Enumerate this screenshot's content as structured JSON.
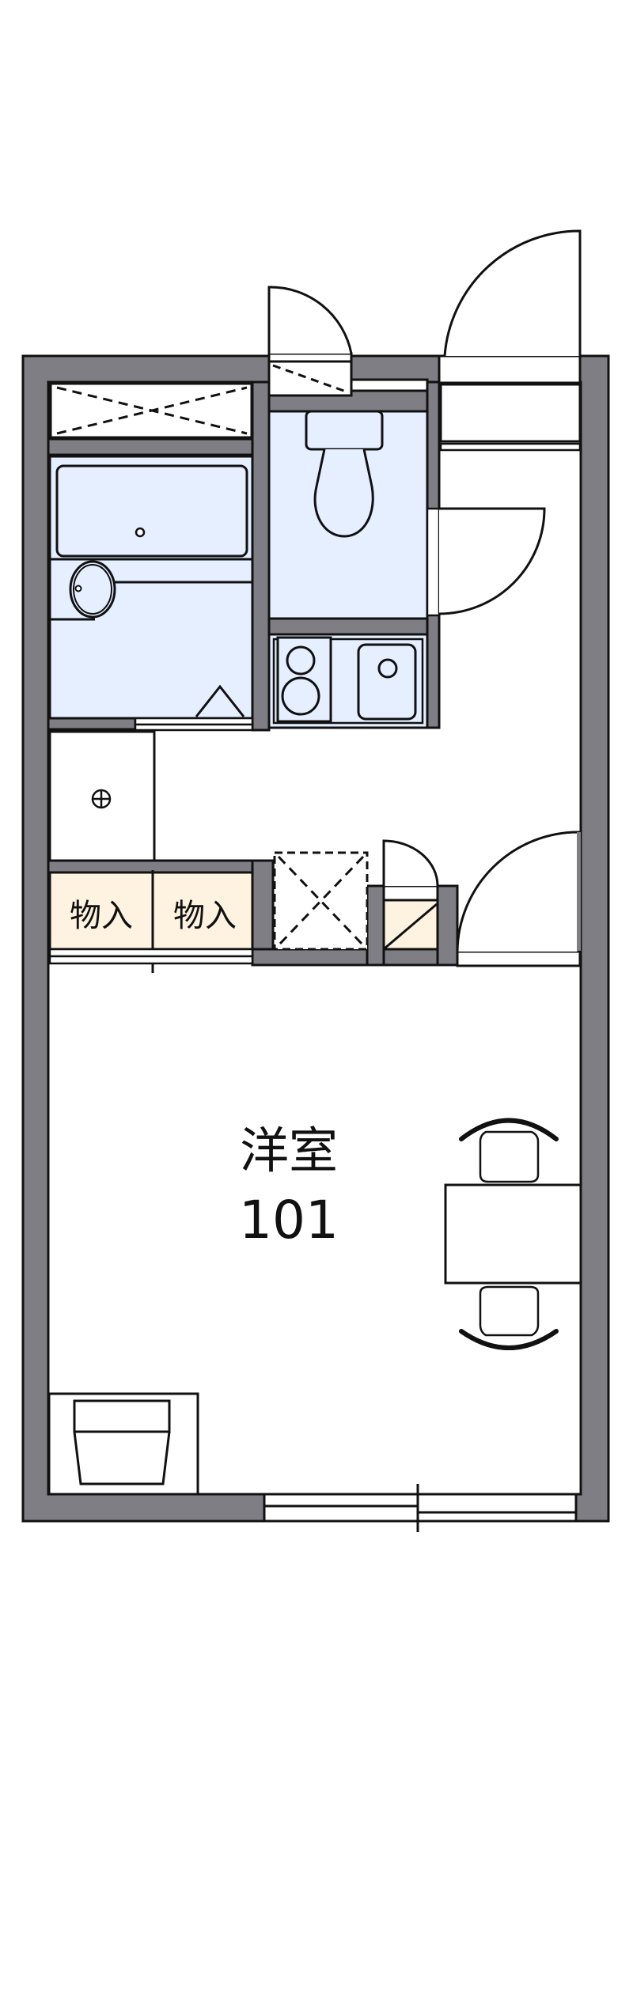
{
  "floor_plan": {
    "unit": "101",
    "room_type": "洋室",
    "labels": {
      "main_room_name": "洋室",
      "main_room_number": "101",
      "storage_1": "物入",
      "storage_2": "物入"
    },
    "colors": {
      "wall": "#7f7e85",
      "wet_area_fill": "#e5efff",
      "storage_fill": "#fdf3e0",
      "line": "#111111",
      "background": "#ffffff"
    },
    "rooms": [
      {
        "name": "bathroom",
        "fixtures": [
          "bathtub",
          "washbasin",
          "drain"
        ]
      },
      {
        "name": "toilet",
        "fixtures": [
          "toilet"
        ]
      },
      {
        "name": "kitchen",
        "fixtures": [
          "two-burner-stove",
          "sink"
        ]
      },
      {
        "name": "laundry-space",
        "fixtures": [
          "washer-drain"
        ]
      },
      {
        "name": "storage",
        "label": "物入"
      },
      {
        "name": "storage",
        "label": "物入"
      },
      {
        "name": "shoe-closet",
        "fixtures": [
          "shelf"
        ]
      },
      {
        "name": "main-room",
        "label": "洋室",
        "furniture": [
          "dining-table",
          "chair",
          "chair",
          "tv-stand"
        ]
      }
    ],
    "openings": [
      "entrance-door",
      "toilet-door",
      "bathroom-door",
      "room-door",
      "closet-door",
      "balcony-window"
    ]
  }
}
